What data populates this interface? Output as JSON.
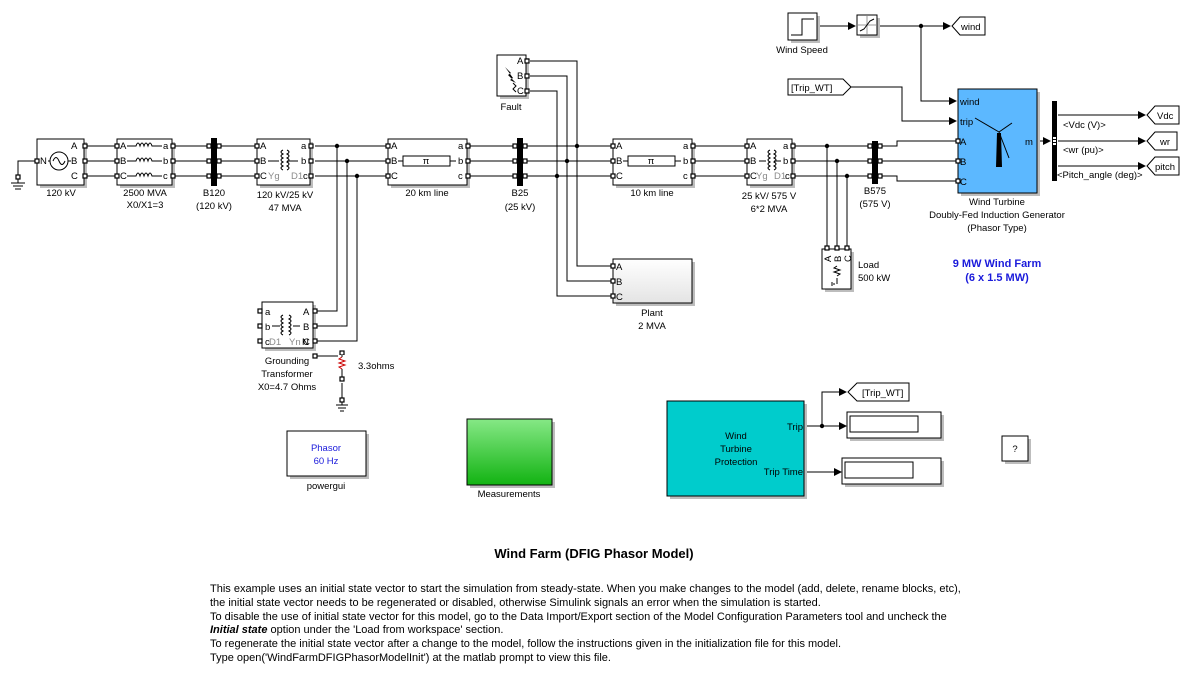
{
  "model": {
    "title": "Wind Farm (DFIG Phasor Model)",
    "description_lines": [
      "This example uses an initial state vector to start the simulation from steady-state. When you make changes to the model (add, delete, rename blocks, etc),",
      "the initial state vector needs to be regenerated or disabled, otherwise Simulink signals an error when the simulation is started.",
      "To disable the use of initial state vector for this model, go to the Data Import/Export section of the Model Configuration Parameters tool and uncheck the"
    ],
    "description_emphasis": "Initial state",
    "description_line4_rest": " option under the 'Load from workspace' section.",
    "description_lines_after": [
      "To regenerate the initial state vector after a change to the model, follow the instructions given in the initialization file for this model.",
      "Type open('WindFarmDFIGPhasorModelInit') at the matlab prompt to view this file."
    ]
  },
  "blocks": {
    "source": {
      "label": "120 kV",
      "ports": [
        "A",
        "B",
        "C"
      ],
      "neutral": "N"
    },
    "impedance": {
      "label1": "2500 MVA",
      "label2": "X0/X1=3",
      "ports_in": [
        "A",
        "B",
        "C"
      ],
      "ports_out": [
        "a",
        "b",
        "c"
      ]
    },
    "b120": {
      "label1": "B120",
      "label2": "(120 kV)"
    },
    "tr1": {
      "label1": "120 kV/25 kV",
      "label2": "47 MVA",
      "ports_in": [
        "A",
        "B",
        "C"
      ],
      "ports_out": [
        "a",
        "b",
        "c"
      ],
      "wind1": "Yg",
      "wind2": "D1"
    },
    "line20": {
      "label": "20 km line",
      "ports_in": [
        "A",
        "B",
        "C"
      ],
      "ports_out": [
        "a",
        "b",
        "c"
      ],
      "symbol": "π"
    },
    "b25": {
      "label1": "B25",
      "label2": "(25 kV)"
    },
    "fault": {
      "label": "Fault",
      "ports": [
        "A",
        "B",
        "C"
      ]
    },
    "line10": {
      "label": "10 km line",
      "ports_in": [
        "A",
        "B",
        "C"
      ],
      "ports_out": [
        "a",
        "b",
        "c"
      ],
      "symbol": "π"
    },
    "tr2": {
      "label1": "25 kV/ 575 V",
      "label2": "6*2 MVA",
      "ports_in": [
        "A",
        "B",
        "C"
      ],
      "ports_out": [
        "a",
        "b",
        "c"
      ],
      "wind1": "Yg",
      "wind2": "D1"
    },
    "b575": {
      "label1": "B575",
      "label2": "(575 V)"
    },
    "load": {
      "label1": "Load",
      "label2": "500 kW",
      "ports": [
        "A",
        "B",
        "C"
      ]
    },
    "plant": {
      "label1": "Plant",
      "label2": "2 MVA",
      "ports": [
        "A",
        "B",
        "C"
      ]
    },
    "grounding": {
      "label1": "Grounding",
      "label2": "Transformer",
      "label3": "X0=4.7 Ohms",
      "ports_in": [
        "a",
        "b",
        "c"
      ],
      "ports_out": [
        "A",
        "B",
        "C",
        "N"
      ],
      "wind1": "D1",
      "wind2": "Yn"
    },
    "resistor": {
      "label": "3.3ohms"
    },
    "wind_speed": {
      "label": "Wind Speed"
    },
    "goto_wind": {
      "label": "wind"
    },
    "from_trip": {
      "label": "[Trip_WT]"
    },
    "wind_turbine": {
      "label1": "Wind Turbine",
      "label2": "Doubly-Fed Induction Generator",
      "label3": "(Phasor Type)",
      "ports_in": [
        "wind",
        "trip",
        "A",
        "B",
        "C"
      ],
      "port_out": "m",
      "color": "#5cb8ff"
    },
    "bus_selector": {
      "signals": [
        "<Vdc (V)>",
        "<wr (pu)>",
        "<Pitch_angle (deg)>"
      ]
    },
    "goto_vdc": {
      "label": "Vdc"
    },
    "goto_wr": {
      "label": "wr"
    },
    "goto_pitch": {
      "label": "pitch"
    },
    "wind_farm_note": {
      "line1": "9 MW Wind Farm",
      "line2": "(6 x 1.5 MW)",
      "color": "#1a1adb"
    },
    "powergui": {
      "line1": "Phasor",
      "line2": "60 Hz",
      "label": "powergui",
      "text_color": "#1a1adb"
    },
    "measurements": {
      "label": "Measurements",
      "color": "#2ecc2e"
    },
    "protection": {
      "line1": "Wind",
      "line2": "Turbine",
      "line3": "Protection",
      "out1": "Trip",
      "out2": "Trip Time",
      "color": "#00cccc"
    },
    "goto_trip": {
      "label": "[Trip_WT]"
    },
    "display_trip": {
      "value": ""
    },
    "display_trip_time": {
      "value": ""
    },
    "help": {
      "label": "?"
    }
  }
}
